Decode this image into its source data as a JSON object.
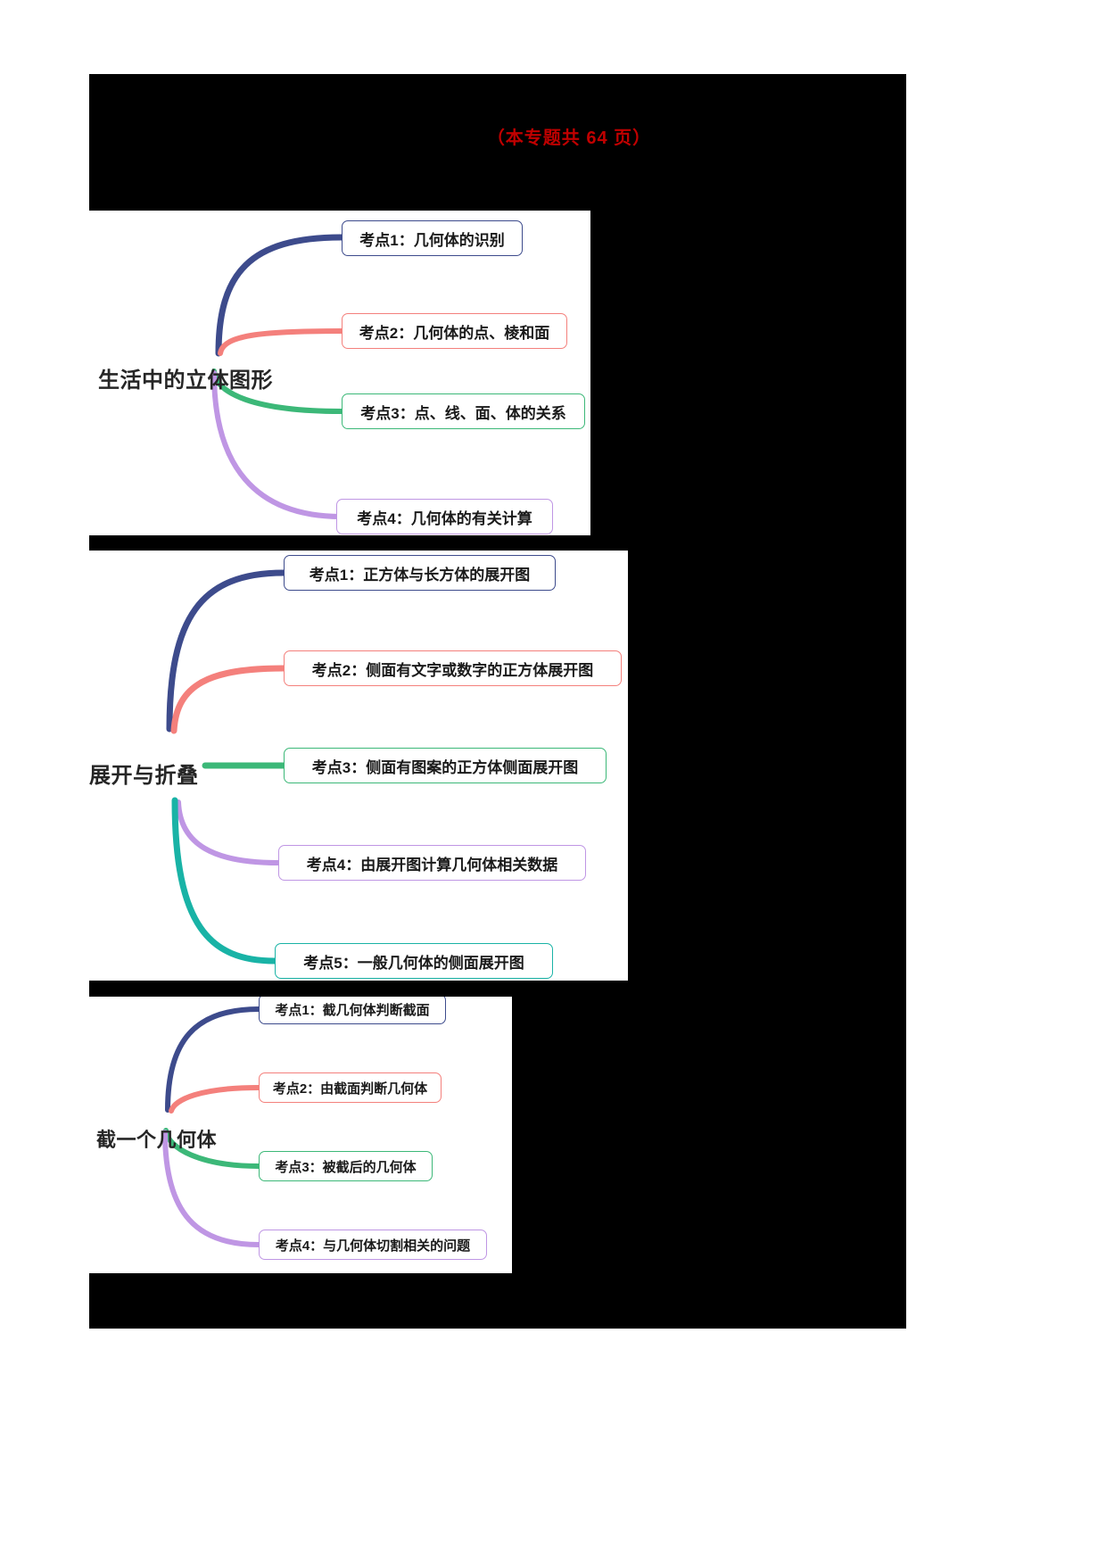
{
  "header": {
    "title": "（本专题共 64 页）",
    "title_color": "#c00000"
  },
  "colors": {
    "blue": "#3d4b8c",
    "red": "#f4807c",
    "green": "#3cb878",
    "purple": "#bf96e4",
    "teal": "#19b3a6",
    "background": "#000000",
    "panel": "#ffffff"
  },
  "sections": [
    {
      "root": "生活中的立体图形",
      "nodes": [
        {
          "label": "考点1：几何体的识别",
          "color": "blue"
        },
        {
          "label": "考点2：几何体的点、棱和面",
          "color": "red"
        },
        {
          "label": "考点3：点、线、面、体的关系",
          "color": "green"
        },
        {
          "label": "考点4：几何体的有关计算",
          "color": "purple"
        }
      ]
    },
    {
      "root": "展开与折叠",
      "nodes": [
        {
          "label": "考点1：正方体与长方体的展开图",
          "color": "blue"
        },
        {
          "label": "考点2：侧面有文字或数字的正方体展开图",
          "color": "red"
        },
        {
          "label": "考点3：侧面有图案的正方体侧面展开图",
          "color": "green"
        },
        {
          "label": "考点4：由展开图计算几何体相关数据",
          "color": "purple"
        },
        {
          "label": "考点5：一般几何体的侧面展开图",
          "color": "teal"
        }
      ]
    },
    {
      "root": "截一个几何体",
      "nodes": [
        {
          "label": "考点1：截几何体判断截面",
          "color": "blue"
        },
        {
          "label": "考点2：由截面判断几何体",
          "color": "red"
        },
        {
          "label": "考点3：被截后的几何体",
          "color": "green"
        },
        {
          "label": "考点4：与几何体切割相关的问题",
          "color": "purple"
        }
      ]
    }
  ]
}
